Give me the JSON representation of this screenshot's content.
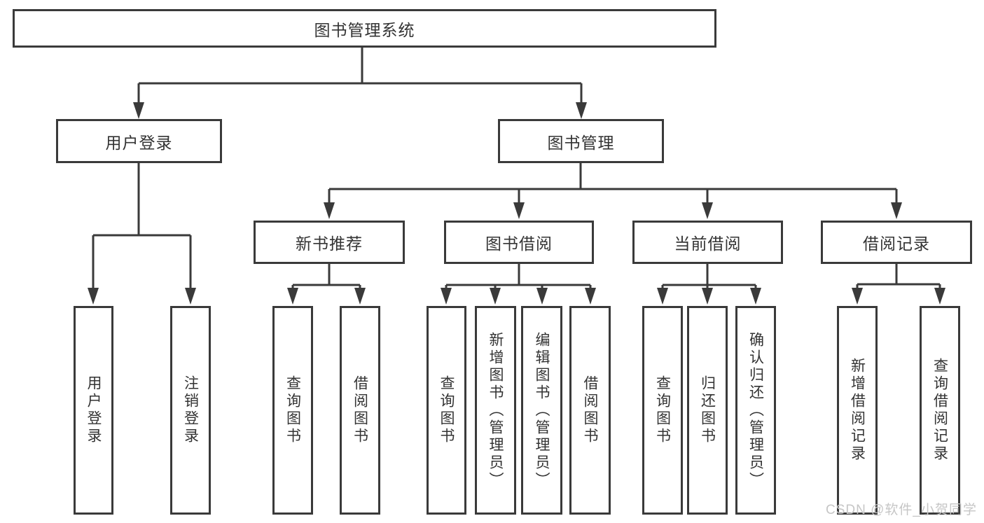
{
  "tree": {
    "label": "图书管理系统",
    "children": [
      {
        "label": "用户登录",
        "children": [
          {
            "label": "用户登录"
          },
          {
            "label": "注销登录"
          }
        ]
      },
      {
        "label": "图书管理",
        "children": [
          {
            "label": "新书推荐",
            "children": [
              {
                "label": "查询图书"
              },
              {
                "label": "借阅图书"
              }
            ]
          },
          {
            "label": "图书借阅",
            "children": [
              {
                "label": "查询图书"
              },
              {
                "label": "新增图书（管理员）"
              },
              {
                "label": "编辑图书（管理员）"
              },
              {
                "label": "借阅图书"
              }
            ]
          },
          {
            "label": "当前借阅",
            "children": [
              {
                "label": "查询图书"
              },
              {
                "label": "归还图书"
              },
              {
                "label": "确认归还（管理员）"
              }
            ]
          },
          {
            "label": "借阅记录",
            "children": [
              {
                "label": "新增借阅记录"
              },
              {
                "label": "查询借阅记录"
              }
            ]
          }
        ]
      }
    ]
  },
  "watermark": {
    "text": "CSDN @软件_小贺同学"
  },
  "colors": {
    "line": "#3a3a3a",
    "text": "#333333",
    "box_background": "#ffffff",
    "watermark": "#c6c6c6"
  }
}
